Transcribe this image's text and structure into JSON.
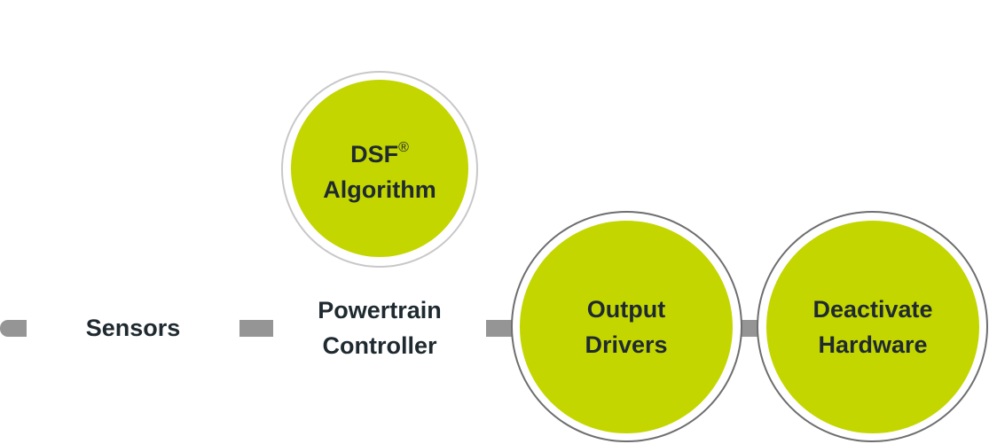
{
  "diagram": {
    "title": "",
    "colors": {
      "node_fill": "#c4d600",
      "connector": "#959595",
      "ring_light": "#c8c8c8",
      "ring_dark": "#6e6e6e",
      "text": "#1f2a30"
    },
    "algorithm_node": {
      "line1": "DSF",
      "line1_mark": "®",
      "line2": "Algorithm"
    },
    "flow": [
      {
        "id": "sensors",
        "label_lines": [
          "Sensors"
        ],
        "circled": false
      },
      {
        "id": "powertrain-controller",
        "label_lines": [
          "Powertrain",
          "Controller"
        ],
        "circled": false
      },
      {
        "id": "output-drivers",
        "label_lines": [
          "Output",
          "Drivers"
        ],
        "circled": true
      },
      {
        "id": "deactivate-hardware",
        "label_lines": [
          "Deactivate",
          "Hardware"
        ],
        "circled": true
      }
    ]
  }
}
